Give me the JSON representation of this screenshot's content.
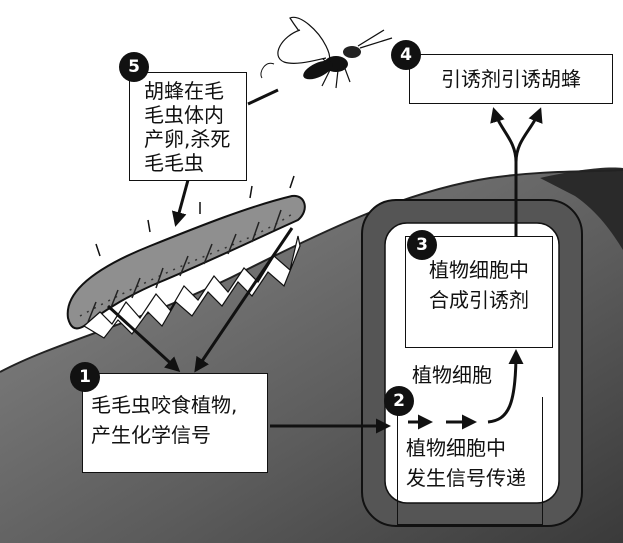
{
  "steps": {
    "s1": {
      "number": "1",
      "text_line1": "毛毛虫咬食植物,",
      "text_line2": "产生化学信号"
    },
    "s2": {
      "number": "2",
      "text_line1": "植物细胞中",
      "text_line2": "发生信号传递"
    },
    "s3": {
      "number": "3",
      "text_line1": "植物细胞中",
      "text_line2": "合成引诱剂"
    },
    "s4": {
      "number": "4",
      "text": "引诱剂引诱胡蜂"
    },
    "s5": {
      "number": "5",
      "lines": [
        "胡蜂在毛",
        "毛虫体内",
        "产卵,杀死",
        "毛毛虫"
      ]
    }
  },
  "cell_label": "植物细胞"
}
